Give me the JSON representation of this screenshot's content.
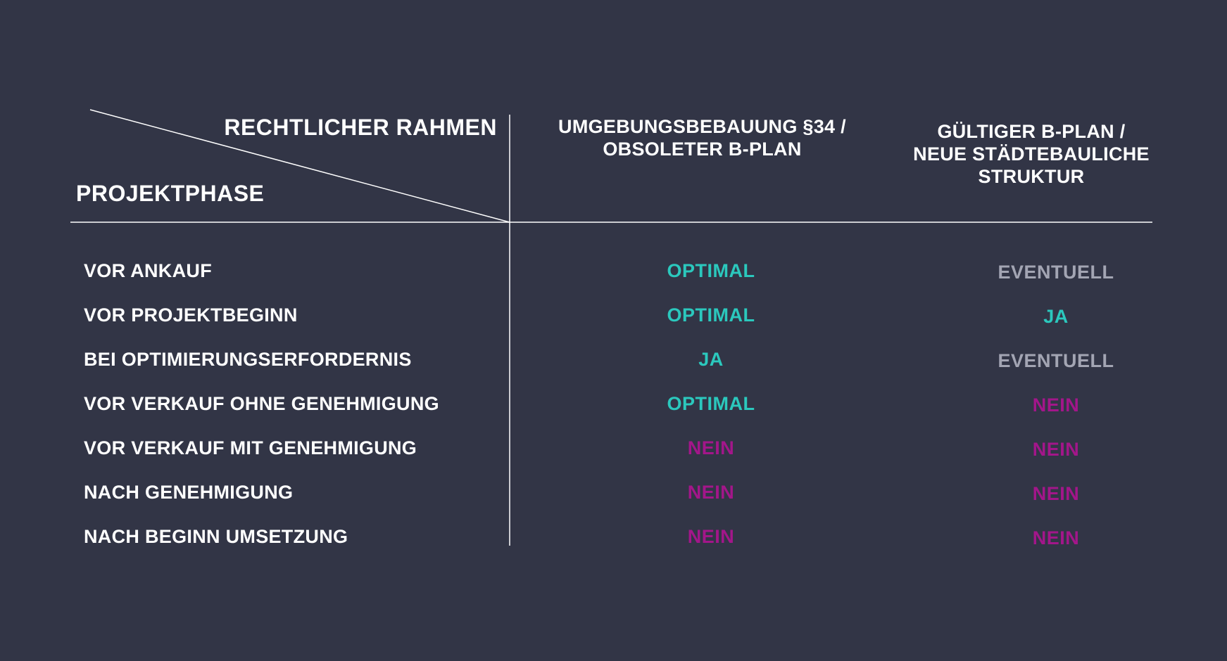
{
  "table": {
    "corner_top_label": "RECHTLICHER RAHMEN",
    "corner_bottom_label": "PROJEKTPHASE",
    "columns": [
      {
        "label_line1": "UMGEBUNGSBEBAUUNG §34 /",
        "label_line2": "OBSOLETER B-PLAN",
        "label_line3": ""
      },
      {
        "label_line1": "GÜLTIGER B-PLAN /",
        "label_line2": "NEUE STÄDTEBAULICHE",
        "label_line3": "STRUKTUR"
      }
    ],
    "rows": [
      {
        "phase": "VOR ANKAUF",
        "values": [
          "OPTIMAL",
          "EVENTUELL"
        ]
      },
      {
        "phase": "VOR PROJEKTBEGINN",
        "values": [
          "OPTIMAL",
          "JA"
        ]
      },
      {
        "phase": "BEI OPTIMIERUNGSERFORDERNIS",
        "values": [
          "JA",
          "EVENTUELL"
        ]
      },
      {
        "phase": "VOR VERKAUF OHNE GENEHMIGUNG",
        "values": [
          "OPTIMAL",
          "NEIN"
        ]
      },
      {
        "phase": "VOR VERKAUF MIT GENEHMIGUNG",
        "values": [
          "NEIN",
          "NEIN"
        ]
      },
      {
        "phase": "NACH GENEHMIGUNG",
        "values": [
          "NEIN",
          "NEIN"
        ]
      },
      {
        "phase": "NACH BEGINN UMSETZUNG",
        "values": [
          "NEIN",
          "NEIN"
        ]
      }
    ]
  },
  "colors": {
    "background": "#323546",
    "text": "#ffffff",
    "optimal": "#2bc8bd",
    "ja": "#2bc8bd",
    "eventuell": "#a3a5b3",
    "nein": "#a3168a",
    "lines": "#ffffff"
  }
}
